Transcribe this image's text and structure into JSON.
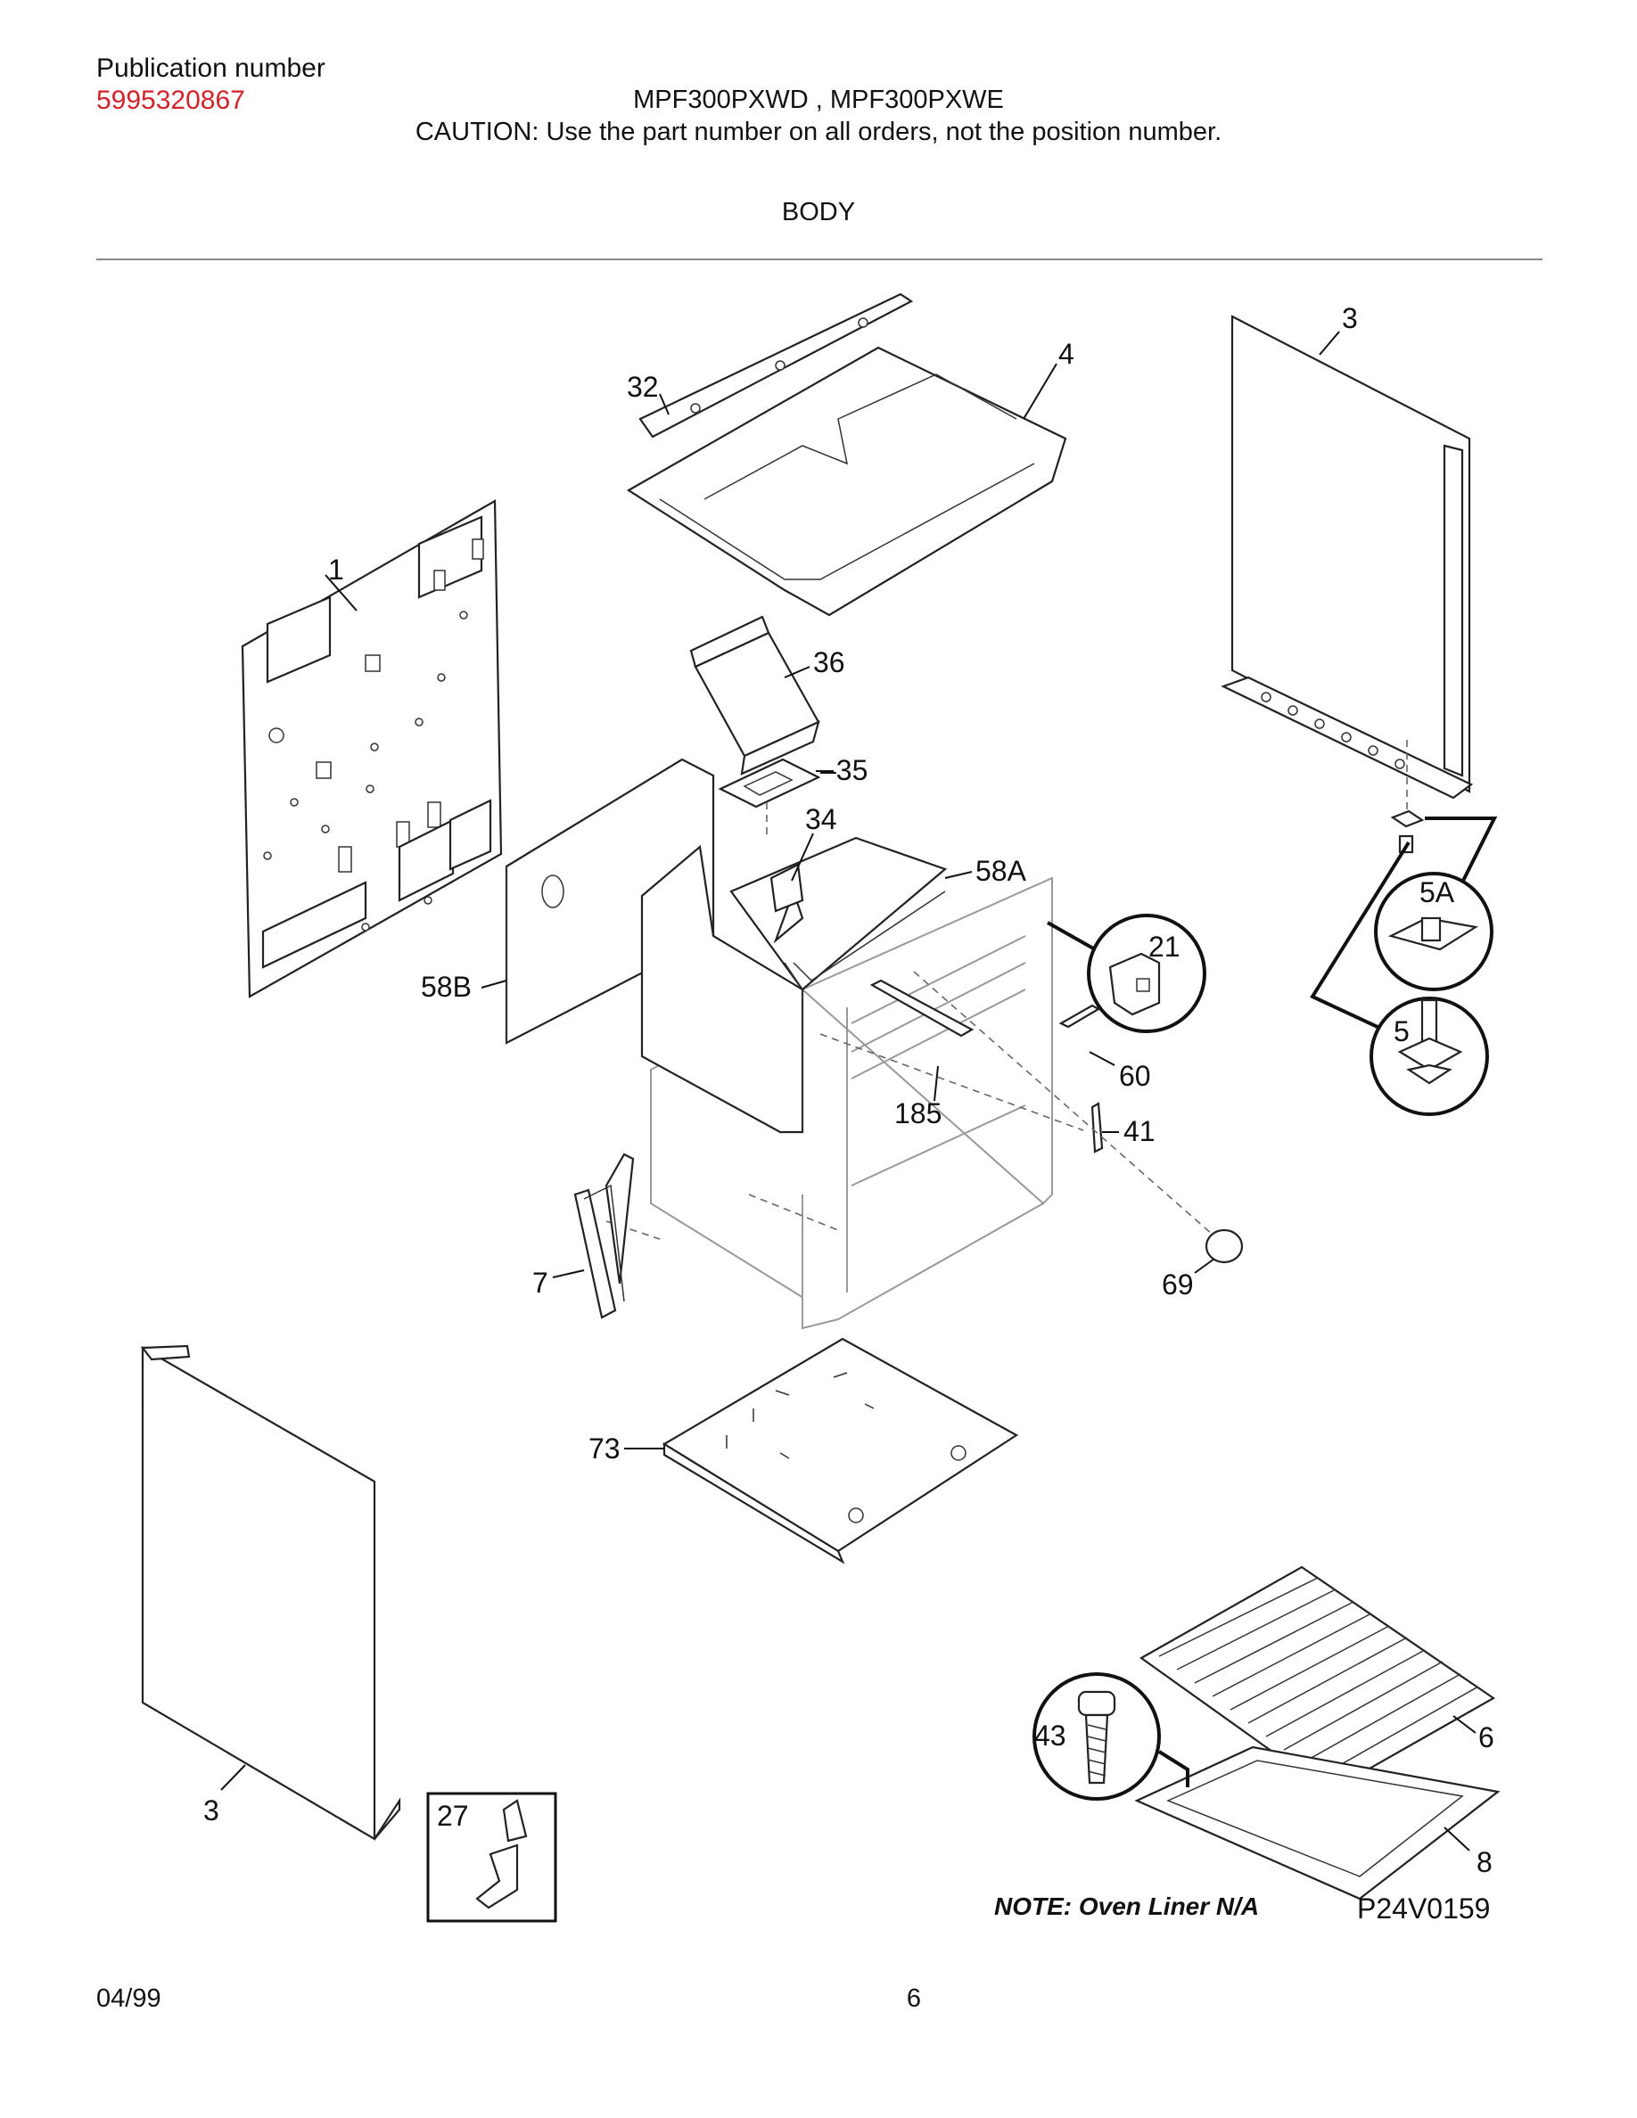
{
  "header": {
    "publication_label": "Publication number",
    "publication_number": "5995320867",
    "models": "MPF300PXWD , MPF300PXWE",
    "caution": "CAUTION:  Use the part number on all orders, not the position number.",
    "section_title": "BODY"
  },
  "callouts": {
    "c1": "1",
    "c3_top": "3",
    "c3_bottom": "3",
    "c4": "4",
    "c5": "5",
    "c5a": "5A",
    "c6": "6",
    "c7": "7",
    "c8": "8",
    "c21": "21",
    "c27": "27",
    "c32": "32",
    "c34": "34",
    "c35": "35",
    "c36": "36",
    "c41": "41",
    "c43": "43",
    "c58a": "58A",
    "c58b": "58B",
    "c60": "60",
    "c69": "69",
    "c73": "73",
    "c185": "185"
  },
  "note": "NOTE: Oven Liner N/A",
  "diagram_code": "P24V0159",
  "footer": {
    "date": "04/99",
    "page": "6"
  }
}
